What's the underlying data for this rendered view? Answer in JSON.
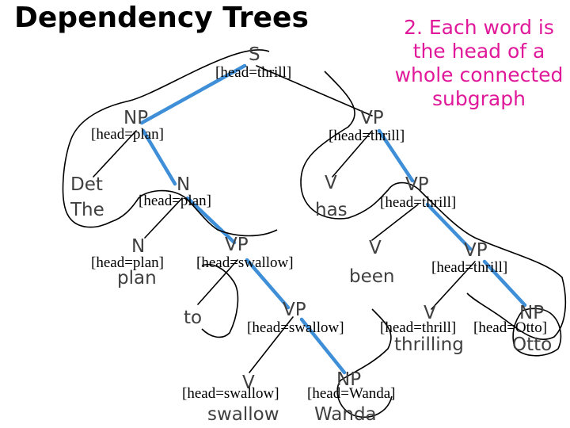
{
  "slide": {
    "title": "Dependency Trees",
    "note_lines": [
      "2. Each word is",
      "the head of a",
      "whole connected",
      "subgraph"
    ],
    "colors": {
      "note": "#e0199a",
      "edge": "#3f8fd8",
      "outline": "#000000",
      "text": "#404040"
    }
  },
  "tree": {
    "nodes": [
      {
        "id": "S",
        "category": "S",
        "head": "[head=thrill]"
      },
      {
        "id": "NP1",
        "category": "NP",
        "head": "[head=plan]"
      },
      {
        "id": "VP1",
        "category": "VP",
        "head": "[head=thrill]"
      },
      {
        "id": "Det",
        "category": "Det",
        "word": "The"
      },
      {
        "id": "N1",
        "category": "N",
        "head": "[head=plan]"
      },
      {
        "id": "V1",
        "category": "V",
        "word": "has"
      },
      {
        "id": "VP2",
        "category": "VP",
        "head": "[head=thrill]"
      },
      {
        "id": "N2",
        "category": "N",
        "head": "[head=plan]",
        "word": "plan"
      },
      {
        "id": "VP3",
        "category": "VP",
        "head": "[head=swallow]"
      },
      {
        "id": "V2",
        "category": "V",
        "word": "been"
      },
      {
        "id": "VP4",
        "category": "VP",
        "head": "[head=thrill]"
      },
      {
        "id": "to",
        "word": "to"
      },
      {
        "id": "VP5",
        "category": "VP",
        "head": "[head=swallow]"
      },
      {
        "id": "V3",
        "category": "V",
        "head": "[head=thrill]",
        "word": "thrilling"
      },
      {
        "id": "NP2",
        "category": "NP",
        "head": "[head=Otto]",
        "word": "Otto"
      },
      {
        "id": "V4",
        "category": "V",
        "head": "[head=swallow]",
        "word": "swallow"
      },
      {
        "id": "NP3",
        "category": "NP",
        "head": "[head=Wanda]",
        "word": "Wanda"
      }
    ]
  }
}
